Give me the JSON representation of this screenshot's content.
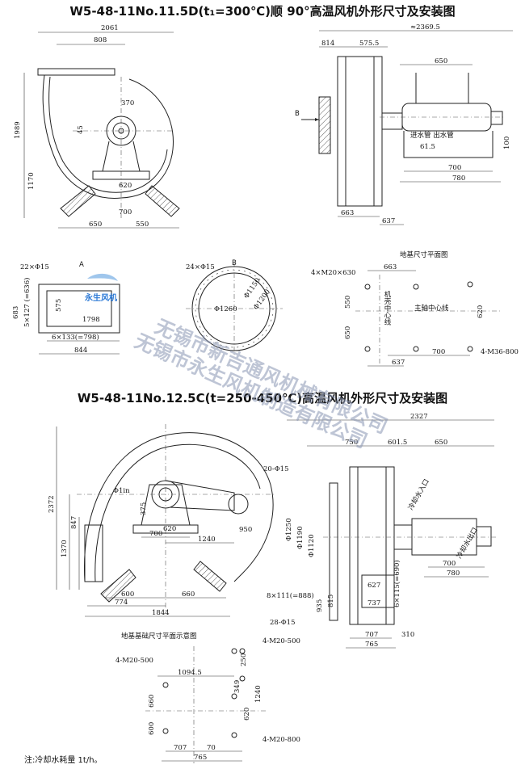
{
  "title_1": "W5-48-11No.11.5D(t₁=300℃)顺 90°高温风机外形尺寸及安装图",
  "title_2": "W5-48-11No.12.5C(t=250-450℃)高温风机外形尺寸及安装图",
  "watermark": {
    "line_1": "无锡市新吉通风机械有限公司",
    "line_2": "无锡市永生风机制造有限公司",
    "logo_text": "永生风机"
  },
  "fig1": {
    "front": {
      "w_total": "2061",
      "w_808": "808",
      "h_total": "1989",
      "h_1170": "1170",
      "d_370": "370",
      "d_45": "45",
      "d_620": "620",
      "d_700": "700",
      "d_650": "650",
      "d_550": "550"
    },
    "side": {
      "w_total": "≈2369.5",
      "d_814": "814",
      "d_575": "575.5",
      "d_650": "650",
      "d_61": "61.5",
      "d_100": "100",
      "d_700": "700",
      "d_780": "780",
      "d_663": "663",
      "d_637": "637",
      "label_b": "B",
      "water_in_out": "进水管 出水管"
    },
    "view_a": {
      "label": "A",
      "holes": "22×Φ15",
      "d_636": "5×127 (=636)",
      "d_575": "575",
      "d_683": "683",
      "d_798": "6×133(=798)",
      "d_844": "844",
      "d_1798": "1798"
    },
    "view_b": {
      "label": "B",
      "holes": "24×Φ15",
      "d_1260": "Φ1260",
      "d_1150": "Φ1150",
      "d_1200": "Φ1200"
    },
    "foundation": {
      "title": "地基尺寸平面图",
      "bolt": "4×M20×630",
      "d_663": "663",
      "d_550": "550",
      "d_650": "650",
      "d_620": "620",
      "d_700": "700",
      "d_637": "637",
      "axis_label": "机壳中心线",
      "axis_label_2": "主轴中心线",
      "bolt_2": "4-M36-800"
    }
  },
  "fig2": {
    "front": {
      "h_total": "2372",
      "h_1370": "1370",
      "h_847": "847",
      "d_375": "375",
      "d_phi1": "Φ1in",
      "d_700": "700",
      "d_620": "620",
      "d_950": "950",
      "d_1240": "1240",
      "d_600": "600",
      "d_660": "660",
      "d_774": "774",
      "d_1844": "1844"
    },
    "side": {
      "w_total": "2327",
      "d_750": "750",
      "d_601": "601.5",
      "d_650": "650",
      "holes_20": "20-Φ15",
      "d_1250": "Φ1250",
      "d_1190": "Φ1190",
      "d_1120": "Φ1120",
      "d_888": "8×111(=888)",
      "d_935": "935",
      "d_815": "815",
      "d_627": "627",
      "d_737": "737",
      "d_690": "6×115(=690)",
      "holes_28": "28-Φ15",
      "d_707": "707",
      "d_765": "765",
      "d_310": "310",
      "d_700": "700",
      "d_780": "780",
      "cool_in": "冷却水入口",
      "cool_out": "冷却水出口"
    },
    "foundation": {
      "title": "地基基础尺寸平面示意图",
      "bolt_1": "4-M20-500",
      "bolt_2": "4-M20-500",
      "bolt_3": "4-M20-800",
      "d_1094": "1094.5",
      "d_250": "250",
      "d_349": "349",
      "d_1240": "1240",
      "d_660": "660",
      "d_600": "600",
      "d_620": "620",
      "d_707": "707",
      "d_70": "70",
      "d_765": "765"
    }
  },
  "note": "注:冷却水耗量 1t/h。",
  "colors": {
    "line": "#222222",
    "watermark": "#8a96b4",
    "logo_blue": "#2b79d6"
  }
}
